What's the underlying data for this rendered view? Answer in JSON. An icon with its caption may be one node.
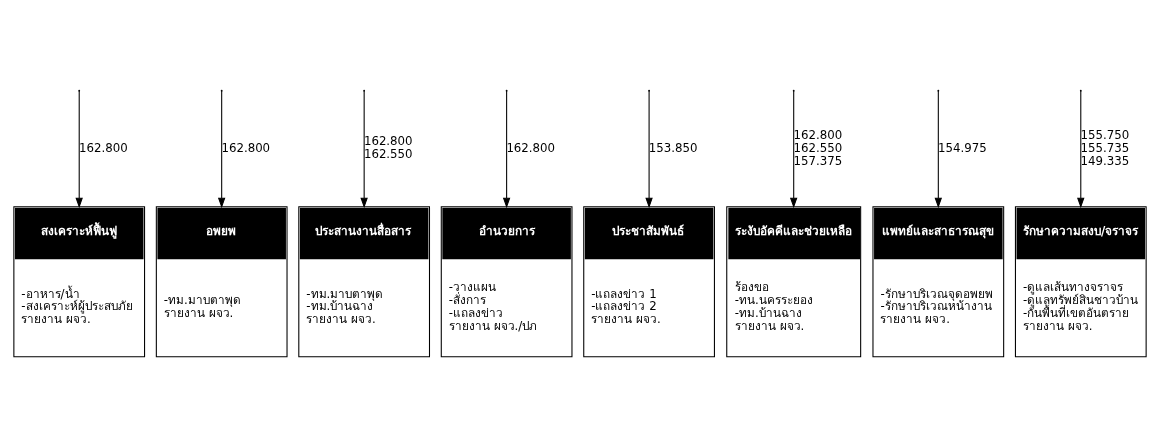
{
  "diagram": {
    "nodes": [
      {
        "text": [
          "สงเคราะห์ฟื้นฟู",
          "-อาหาร/น้ำ",
          "-สงเคราะห์ผู้ประสบภัย",
          "รายงาน ผจว."
        ]
      },
      {
        "text": [
          "อพยพ",
          "-ทม.มาบตาพุด",
          "รายงาน ผจว."
        ]
      },
      {
        "text": [
          "ประสานงานสื่อสาร",
          "-ทม.มาบตาพุด",
          "-ทม.บ้านฉาง",
          "รายงาน ผจว."
        ]
      },
      {
        "text": [
          "อำนวยการ",
          "-วางแผน",
          "-สั่งการ",
          "-แถลงข่าว",
          "รายงาน ผจว./ปภ"
        ]
      },
      {
        "text": [
          "ประชาสัมพันธ์",
          "-แถลงข่าว 1",
          "-แถลงข่าว 2",
          "รายงาน ผจว."
        ]
      },
      {
        "text": [
          "ระงับอัคคีและช่วยเหลือ",
          "ร้องขอ",
          "-ทน.นครระยอง",
          "-ทม.บ้านฉาง",
          "รายงาน ผจว."
        ]
      },
      {
        "text": [
          "แพทย์และสาธารณสุข",
          "-รักษาบริเวณจุดอพยพ",
          "-รักษาบริเวณหน้างาน",
          "รายงาน ผจว."
        ]
      },
      {
        "text": [
          "รักษาความสงบ/จราจร",
          "-ดูแลเส้นทางจราจร",
          "-ดูแลทรัพย์สินชาวบ้าน",
          "-กันพื้นที่เขตอันตราย",
          "รายงาน ผจว."
        ]
      }
    ],
    "edges": [
      {
        "from": null,
        "to": 0,
        "arrow": "to",
        "label": "162.800"
      },
      {
        "from": null,
        "to": 1,
        "arrow": "to",
        "label": "162.800"
      },
      {
        "from": null,
        "to": 2,
        "arrow": "to",
        "label": "162.800 162.550"
      },
      {
        "from": null,
        "to": 3,
        "arrow": "to",
        "label": "162.800"
      },
      {
        "from": null,
        "to": 4,
        "arrow": "to",
        "label": "153.850"
      },
      {
        "from": null,
        "to": 5,
        "arrow": "to",
        "label": "162.800 162.550 157.375"
      },
      {
        "from": null,
        "to": 6,
        "arrow": "to",
        "label": "154.975"
      },
      {
        "from": null,
        "to": 7,
        "arrow": "to",
        "label": "155.750 155.735 149.335"
      }
    ]
  }
}
